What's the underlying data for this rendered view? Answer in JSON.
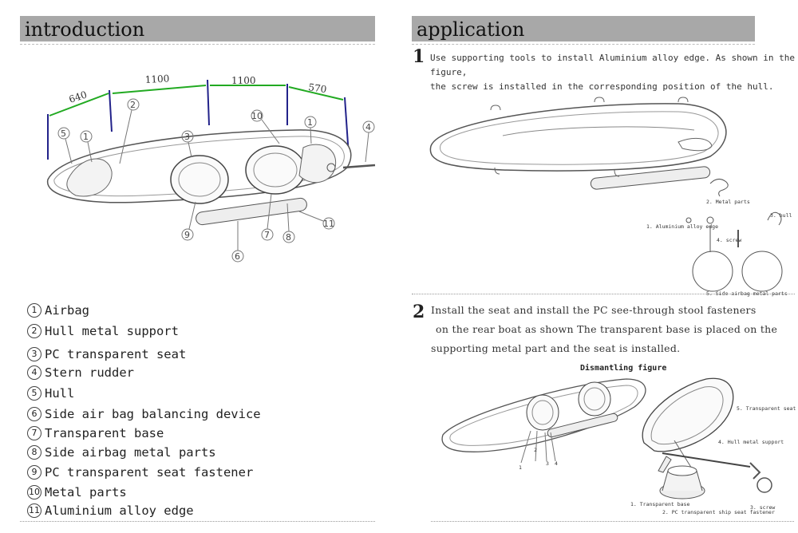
{
  "left_header": "introduction",
  "right_header": "application",
  "dimensions": [
    "640",
    "1100",
    "1100",
    "570"
  ],
  "callouts": [
    "5",
    "1",
    "2",
    "3",
    "10",
    "1",
    "4",
    "9",
    "7",
    "8",
    "11",
    "6"
  ],
  "legend": [
    {
      "n": "1",
      "label": "Airbag"
    },
    {
      "n": "2",
      "label": "Hull metal support"
    },
    {
      "n": "3",
      "label": "PC transparent seat"
    },
    {
      "n": "4",
      "label": "Stern rudder"
    },
    {
      "n": "5",
      "label": "Hull"
    },
    {
      "n": "6",
      "label": "Side air bag balancing device"
    },
    {
      "n": "7",
      "label": "Transparent base"
    },
    {
      "n": "8",
      "label": "Side airbag metal parts"
    },
    {
      "n": "9",
      "label": "PC transparent seat fastener"
    },
    {
      "n": "10",
      "label": "Metal parts"
    },
    {
      "n": "11",
      "label": "Aluminium alloy edge"
    }
  ],
  "step1": {
    "num": "1",
    "line1": "Use supporting tools to install Aluminium alloy edge. As shown in the figure,",
    "line2": "the screw is installed in the corresponding position of the hull.",
    "labels": {
      "metal_parts": "2. Metal parts",
      "alu_edge": "1. Aluminium alloy edge",
      "hull": "3. hull",
      "screw": "4. screw",
      "side_airbag": "5. Side airbag metal parts"
    }
  },
  "step2": {
    "num": "2",
    "line1": "Install the seat and install the PC see-through stool fasteners",
    "line2": "on the rear boat as shown The transparent base is placed on the",
    "line3": "supporting metal part and the seat is installed.",
    "figure_title": "Dismantling figure",
    "labels": {
      "transparent_seat": "5. Transparent seat",
      "hull_metal_support": "4. Hull metal support",
      "transparent_base": "1. Transparent base",
      "screw": "3. screw",
      "fastener": "2. PC transparent ship seat fastener",
      "small_nums": [
        "1",
        "2",
        "3",
        "4"
      ]
    }
  }
}
